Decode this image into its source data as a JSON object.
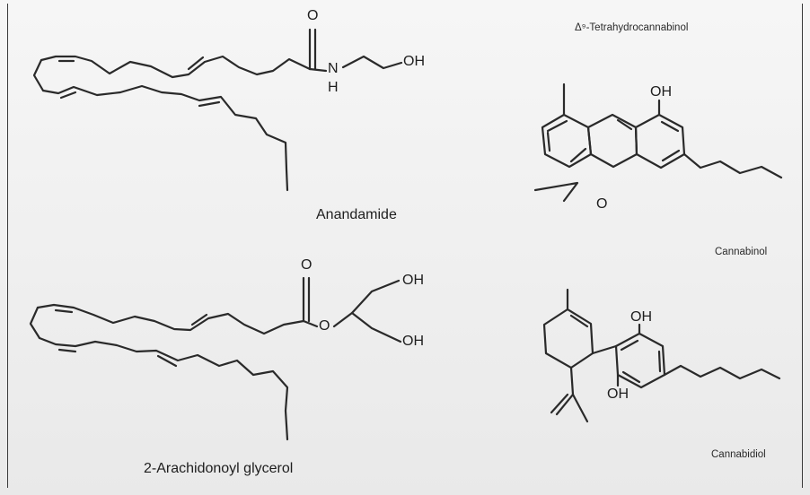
{
  "molecules": {
    "anandamide": {
      "name": "Anandamide",
      "atoms": {
        "oxygen": "O",
        "nitrogen": "N",
        "hydrogen": "H",
        "hydroxyl": "OH"
      }
    },
    "thc": {
      "name": "Δ⁹-Tetrahydrocannabinol",
      "atoms": {
        "hydroxyl": "OH",
        "ring_oxygen": "O"
      }
    },
    "cannabinol": {
      "name": "Cannabinol"
    },
    "glycerol": {
      "name": "2-Arachidonoyl glycerol",
      "atoms": {
        "carbonyl_oxygen": "O",
        "ester_oxygen": "O",
        "hydroxyl_1": "OH",
        "hydroxyl_2": "OH"
      }
    },
    "cannabidiol": {
      "name": "Cannabidiol",
      "atoms": {
        "hydroxyl_top": "OH",
        "hydroxyl_bottom": "OH"
      }
    }
  }
}
